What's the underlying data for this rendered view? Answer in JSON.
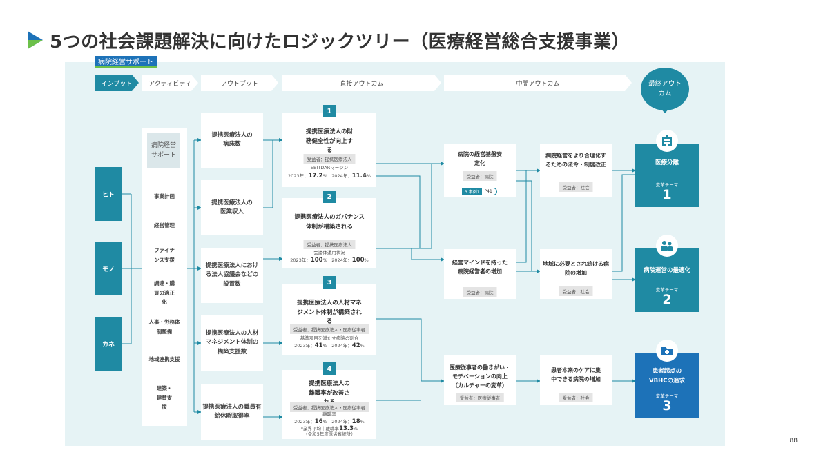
{
  "title": "5つの社会課題解決に向けたロジックツリー（医療経営総合支援事業）",
  "tag": "病院経営サポート",
  "headers": [
    "インプット",
    "アクティビティ",
    "アウトプット",
    "直接アウトカム",
    "中間アウトカム"
  ],
  "final_header": "最終アウトカム",
  "inputs": [
    "ヒト",
    "モノ",
    "カネ"
  ],
  "activities": {
    "head": "病院経営サポート",
    "items": [
      "事業計画",
      "経営管理",
      "ファイナンス支援",
      "調達・購買の適正化",
      "人事・労務体制整備",
      "地域連携支援",
      "建築・建替支援"
    ]
  },
  "outputs": [
    "提携医療法人の病床数",
    "提携医療法人の医業収入",
    "提携医療法人における法人協議会などの設置数",
    "提携医療法人の人材マネジメント体制の構築支援数",
    "提携医療法人の職員有給休暇取得率"
  ],
  "direct": [
    {
      "num": "1",
      "title": "提携医療法人の財務健全性が向上する",
      "ben": "受益者：提携医療法人",
      "m1": "EBITDARマージン",
      "m2a": "2023年：",
      "v1": "17.2",
      "m2b": "%　2024年：",
      "v2": "11.4",
      "m2c": "%"
    },
    {
      "num": "2",
      "title": "提携医療法人のガバナンス体制が構築される",
      "ben": "受益者：提携医療法人",
      "m1": "会議体運用状況",
      "m2a": "2023年：",
      "v1": "100",
      "m2b": "%　2024年：",
      "v2": "100",
      "m2c": "%"
    },
    {
      "num": "3",
      "title": "提携医療法人の人材マネジメント体制が構築される",
      "ben": "受益者：提携医療法人・医療従事者",
      "m1": "基準項目を満たす病院の割合",
      "m2a": "2023年：",
      "v1": "41",
      "m2b": "%　2024年：",
      "v2": "42",
      "m2c": "%"
    },
    {
      "num": "4",
      "title": "提携医療法人の離職率が改善される",
      "ben": "受益者：提携医療法人・医療従事者",
      "m1": "離職率",
      "m2a": "2023年：",
      "v1": "16",
      "m2b": "%　2024年：",
      "v2": "18",
      "m2c": "%",
      "m3a": "*業界平均｜離職率",
      "v3": "13.3",
      "m3b": "%",
      "m4": "（令和5年度厚労省統計）"
    }
  ],
  "mid1": [
    {
      "title": "病院の経営基盤安定化",
      "ben": "受益者：病院",
      "case_a": "3.事例1",
      "case_b": "P41"
    },
    {
      "title": "経営マインドを持った病院経営者の増加",
      "ben": "受益者：病院"
    },
    {
      "title": "医療従事者の働きがい・モチベーションの向上（カルチャーの変革）",
      "ben": "受益者：医療従事者"
    }
  ],
  "mid2": [
    {
      "title": "病院経営をより合理化するための法令・制度改正",
      "ben": "受益者：社会"
    },
    {
      "title": "地域に必要とされ続ける病院の増加",
      "ben": "受益者：社会"
    },
    {
      "title": "患者本来のケアに集中できる病院の増加",
      "ben": "受益者：社会"
    }
  ],
  "finals": [
    {
      "title": "医療分離",
      "theme": "変革テーマ",
      "num": "1",
      "icon": "hospital-icon",
      "color": "#1f8aa3"
    },
    {
      "title": "病院運営の最適化",
      "theme": "変革テーマ",
      "num": "2",
      "icon": "people-icon",
      "color": "#1f8aa3"
    },
    {
      "title": "患者起点のVBHCの追求",
      "theme": "変革テーマ",
      "num": "3",
      "icon": "folder-medical-icon",
      "color": "#1d72b8"
    }
  ],
  "page": "88"
}
